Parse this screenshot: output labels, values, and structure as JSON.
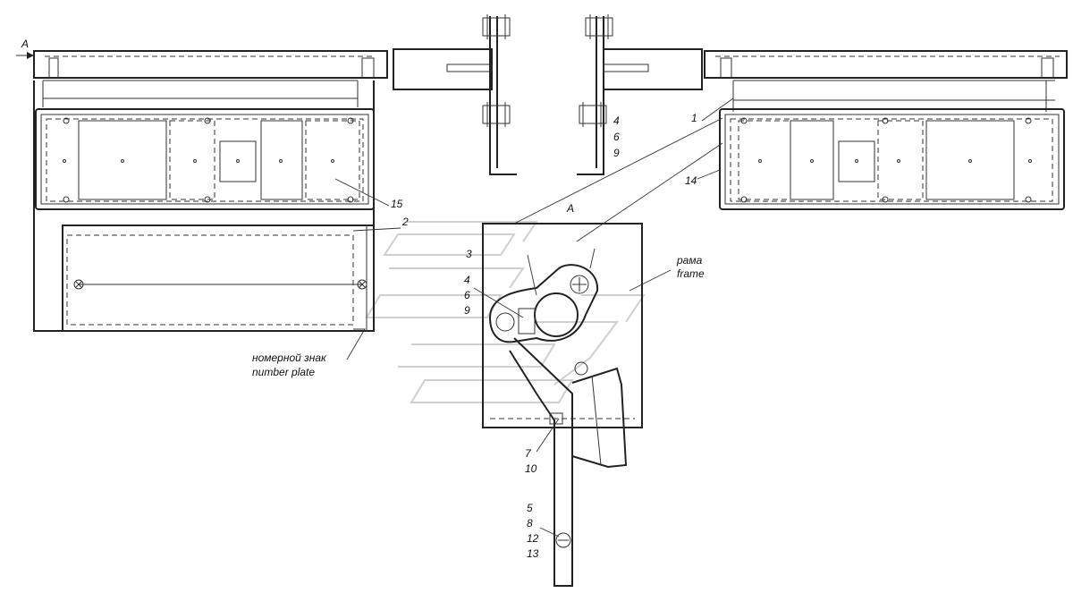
{
  "view_label": "A",
  "section_label": "A",
  "callouts": {
    "c1": "1",
    "c2": "2",
    "c3": "3",
    "c14": "14",
    "c15": "15",
    "group_469_a": [
      "4",
      "6",
      "9"
    ],
    "group_469_b": [
      "4",
      "6",
      "9"
    ],
    "group_710": [
      "7",
      "10"
    ],
    "group_5_8_12_13": [
      "5",
      "8",
      "12",
      "13"
    ]
  },
  "frame_label": {
    "ru": "рама",
    "en": "frame"
  },
  "plate_label": {
    "ru": "номерной знак",
    "en": "number plate"
  }
}
